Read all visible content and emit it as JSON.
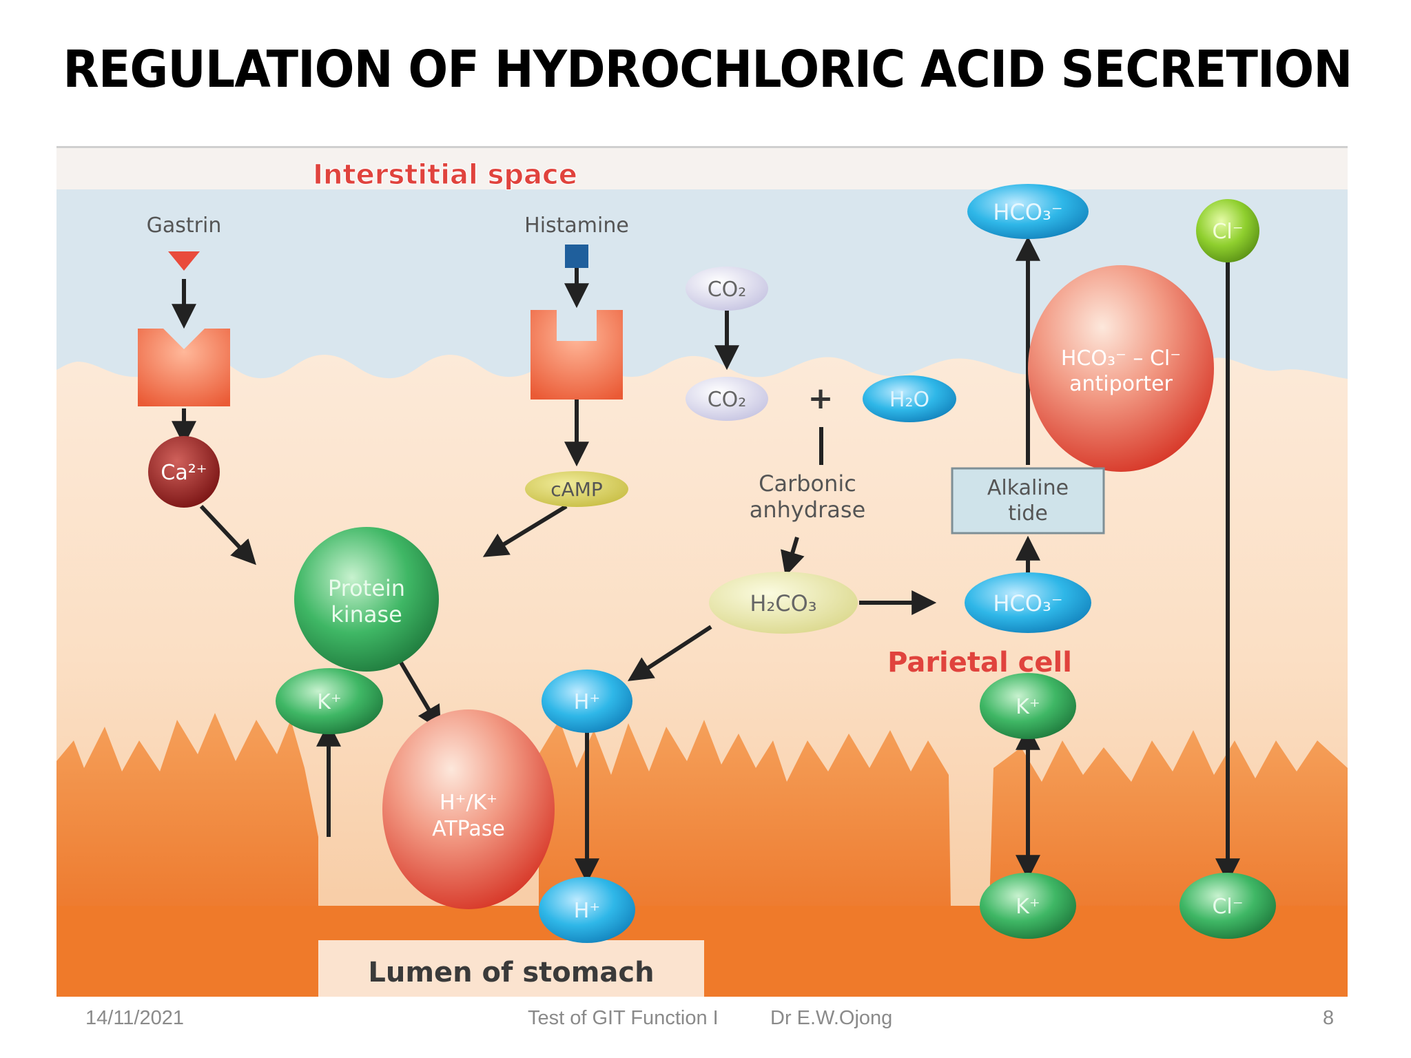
{
  "slide": {
    "title": "REGULATION OF HYDROCHLORIC ACID SECRETION"
  },
  "diagram": {
    "interstitial_label": "Interstitial space",
    "gastrin_label": "Gastrin",
    "histamine_label": "Histamine",
    "co2_top": "CO₂",
    "co2_mid": "CO₂",
    "plus_sign": "+",
    "h2o": "H₂O",
    "hco3_top": "HCO₃⁻",
    "cl_top": "Cl⁻",
    "antiporter_line1": "HCO₃⁻ – Cl⁻",
    "antiporter_line2": "antiporter",
    "ca_ion": "Ca²⁺",
    "camp": "cAMP",
    "carbonic_line1": "Carbonic",
    "carbonic_line2": "anhydrase",
    "alkaline_line1": "Alkaline",
    "alkaline_line2": "tide",
    "protein_line1": "Protein",
    "protein_line2": "kinase",
    "h2co3": "H₂CO₃",
    "hco3_mid": "HCO₃⁻",
    "parietal_label": "Parietal cell",
    "k_left": "K⁺",
    "h_upper": "H⁺",
    "k_right_upper": "K⁺",
    "atpase_line1": "H⁺/K⁺",
    "atpase_line2": "ATPase",
    "h_lower": "H⁺",
    "k_right_lower": "K⁺",
    "cl_lower": "Cl⁻",
    "lumen_label": "Lumen of stomach"
  },
  "footer": {
    "date": "14/11/2021",
    "course": "Test of GIT Function I",
    "author": "Dr E.W.Ojong",
    "page": "8"
  },
  "colors": {
    "red_label": "#e0433d",
    "blue_ion": "#2fb7e8",
    "green_ion": "#3aa35a",
    "lumen_orange": "#ef7a2a"
  }
}
